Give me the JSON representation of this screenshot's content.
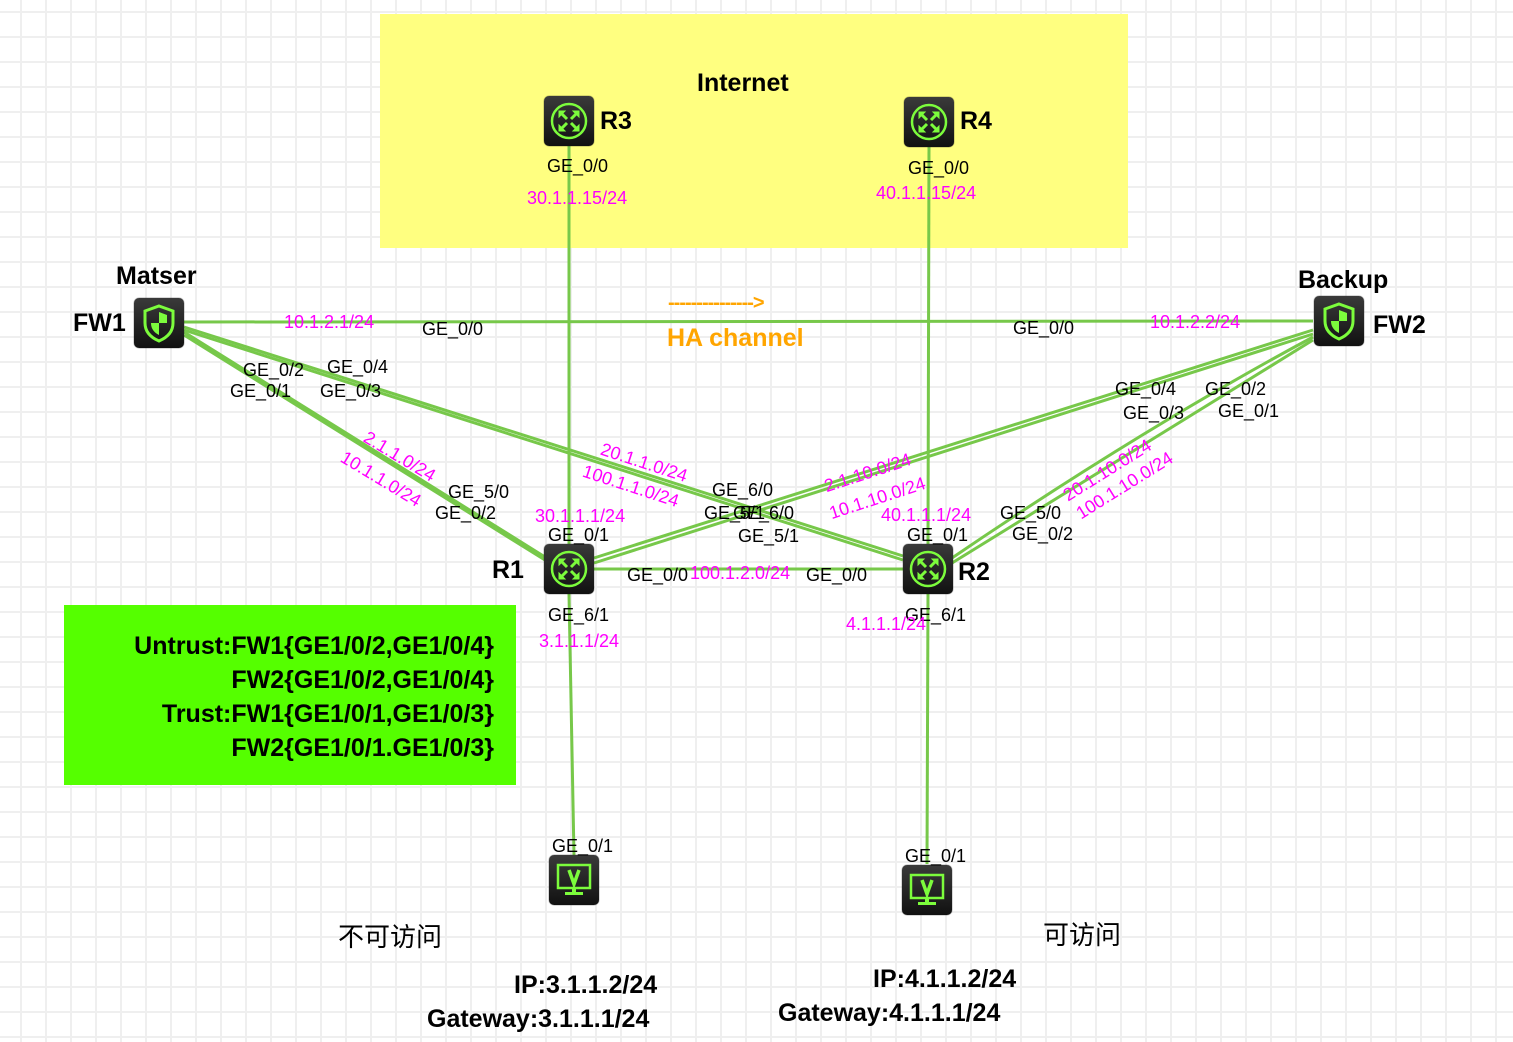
{
  "zones": {
    "internet_label": "Internet",
    "ha_label": "HA channel",
    "ha_arrow": "--------------->"
  },
  "devices": {
    "R3": {
      "name": "R3",
      "type": "router",
      "port": "GE_0/0",
      "ip": "30.1.1.15/24"
    },
    "R4": {
      "name": "R4",
      "type": "router",
      "port": "GE_0/0",
      "ip": "40.1.1.15/24"
    },
    "FW1": {
      "name": "FW1",
      "role": "Matser",
      "type": "firewall"
    },
    "FW2": {
      "name": "FW2",
      "role": "Backup",
      "type": "firewall"
    },
    "R1": {
      "name": "R1",
      "type": "router"
    },
    "R2": {
      "name": "R2",
      "type": "router"
    },
    "PC1": {
      "type": "pc",
      "port": "GE_0/1",
      "status": "不可访问",
      "ip": "IP:3.1.1.2/24",
      "gateway": "Gateway:3.1.1.1/24"
    },
    "PC2": {
      "type": "pc",
      "port": "GE_0/1",
      "status": "可访问",
      "ip": "IP:4.1.1.2/24",
      "gateway": "Gateway:4.1.1.1/24"
    }
  },
  "links": {
    "fw1_fw2": {
      "fw1_port": "GE_0/0",
      "fw1_ip": "10.1.2.1/24",
      "fw2_port": "GE_0/0",
      "fw2_ip": "10.1.2.2/24"
    },
    "fw1_r1_a": {
      "fw_port": "GE_0/1",
      "net": "10.1.1.0/24",
      "r_port": "GE_0/2"
    },
    "fw1_r1_b": {
      "fw_port": "GE_0/2",
      "net": "2.1.1.0/24",
      "r_port": "GE_5/0"
    },
    "fw1_r2_a": {
      "fw_port": "GE_0/3",
      "net": "100.1.1.0/24",
      "r_port": "GE_5/1"
    },
    "fw1_r2_b": {
      "fw_port": "GE_0/4",
      "net": "20.1.1.0/24",
      "r_port": "GE_6/0"
    },
    "fw2_r1_a": {
      "fw_port": "GE_0/3",
      "net": "10.1.10.0/24",
      "r_port": "GE_5/1"
    },
    "fw2_r1_b": {
      "fw_port": "GE_0/4",
      "net": "2.1.10.0/24",
      "r_port": "GE_6/0"
    },
    "fw2_r2_a": {
      "fw_port": "GE_0/1",
      "net": "100.1.10.0/24",
      "r_port": "GE_0/2"
    },
    "fw2_r2_b": {
      "fw_port": "GE_0/2",
      "net": "20.1.10.0/24",
      "r_port": "GE_5/0"
    },
    "r3_r1": {
      "r1_port": "GE_0/1",
      "r1_ip": "30.1.1.1/24"
    },
    "r4_r2": {
      "r2_port": "GE_0/1",
      "r2_ip": "40.1.1.1/24"
    },
    "r1_r2": {
      "r1_port": "GE_0/0",
      "r2_port": "GE_0/0",
      "net": "100.1.2.0/24"
    },
    "r1_pc1": {
      "r1_port": "GE_6/1",
      "r1_ip": "3.1.1.1/24"
    },
    "r2_pc2": {
      "r2_port": "GE_6/1",
      "r2_ip": "4.1.1.1/24"
    }
  },
  "zone_note": {
    "lines": [
      "Untrust:FW1{GE1/0/2,GE1/0/4}",
      "FW2{GE1/0/2,GE1/0/4}",
      "Trust:FW1{GE1/0/1,GE1/0/3}",
      "FW2{GE1/0/1.GE1/0/3}"
    ]
  },
  "colors": {
    "link": "#77c84a",
    "ip_label": "#ff00ff",
    "internet_zone": "#ffff80",
    "zone_note_bg": "#55ff00",
    "ha": "#ffa500",
    "icon_green": "#7cfc3c"
  }
}
